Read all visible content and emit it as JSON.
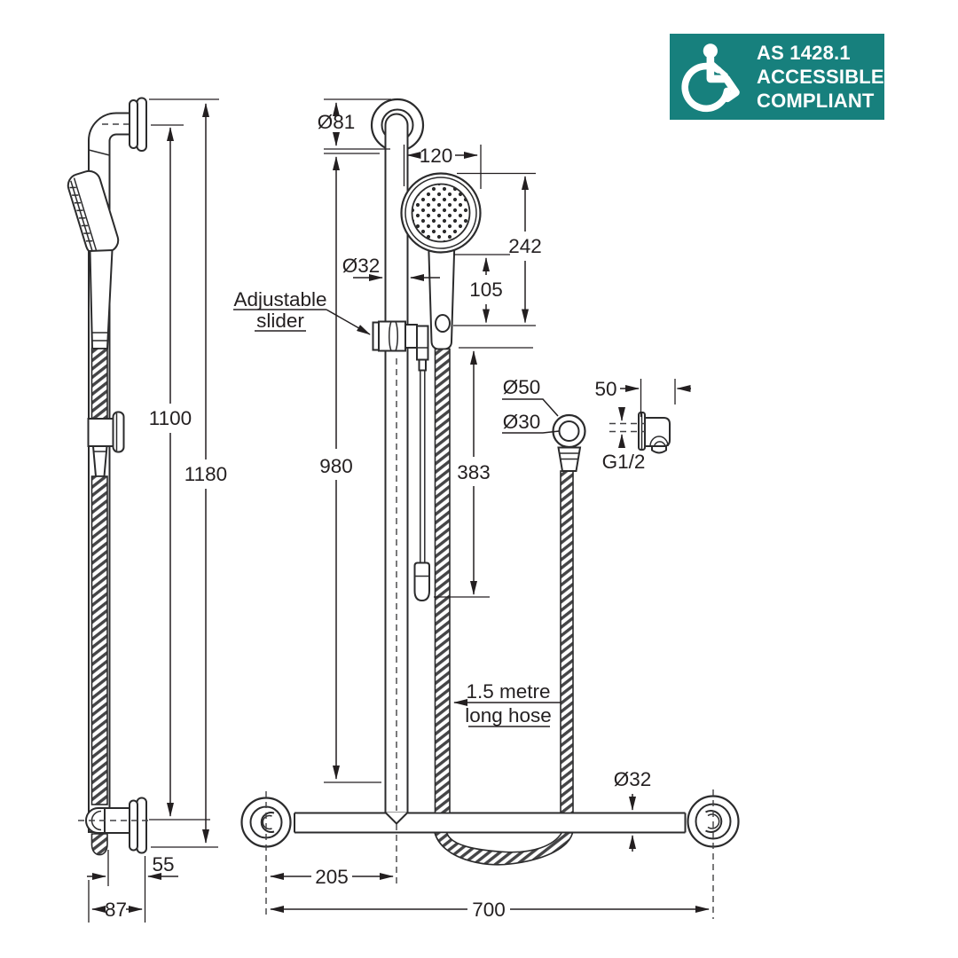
{
  "badge": {
    "standard": "AS 1428.1",
    "compliance_line1": "ACCESSIBLE",
    "compliance_line2": "COMPLIANT",
    "bg_color": "#17807D"
  },
  "side_view": {
    "rail_length": "1100",
    "overall_height": "1180",
    "wall_offset": "55",
    "overall_depth": "87"
  },
  "front_view": {
    "flange_diameter": "Ø81",
    "head_width": "120",
    "handset_height": "242",
    "handle_height": "105",
    "rail_diameter": "Ø32",
    "rail_height": "980",
    "pull_rod_drop": "383",
    "slider_note_line1": "Adjustable",
    "slider_note_line2": "slider",
    "hose_note_line1": "1.5 metre",
    "hose_note_line2": "long hose",
    "crossbar_diameter": "Ø32",
    "riser_offset": "205",
    "crossbar_width": "700"
  },
  "elbow": {
    "outer_diameter": "Ø50",
    "inner_diameter": "Ø30",
    "depth": "50",
    "thread_size": "G1/2"
  }
}
